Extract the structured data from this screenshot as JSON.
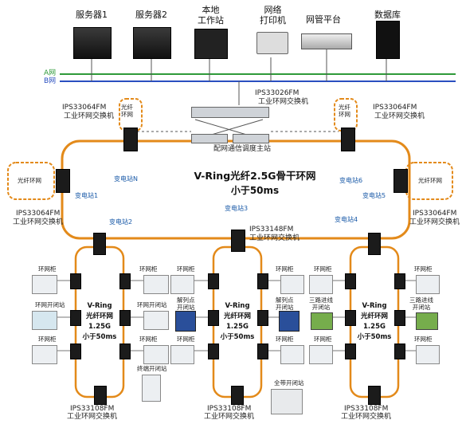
{
  "top_nodes": [
    {
      "id": "server1",
      "label": "服务器1"
    },
    {
      "id": "server2",
      "label": "服务器2"
    },
    {
      "id": "workstation",
      "label": "本地\n工作站"
    },
    {
      "id": "printer",
      "label": "网络\n打印机"
    },
    {
      "id": "mgmt",
      "label": "网管平台"
    },
    {
      "id": "database",
      "label": "数据库"
    }
  ],
  "networks": {
    "a": "A网",
    "b": "B网"
  },
  "core": {
    "model": "IPS33026FM",
    "desc": "工业环网交换机",
    "center_label": "配网通信调度主站"
  },
  "side_switches": {
    "top_left": {
      "model": "IPS33064FM",
      "desc": "工业环网交换机",
      "ring": "光纤\n环网"
    },
    "top_right": {
      "model": "IPS33064FM",
      "desc": "工业环网交换机",
      "ring": "光纤\n环网"
    },
    "left": {
      "model": "IPS33064FM",
      "desc": "工业环网交换机",
      "ring": "光纤环网"
    },
    "right": {
      "model": "IPS33064FM",
      "desc": "工业环网交换机",
      "ring": "光纤环网"
    }
  },
  "backbone": {
    "title": "V-Ring光纤2.5G骨干环网",
    "subtitle": "小于50ms"
  },
  "substations": {
    "n": "变电站N",
    "s1": "变电站1",
    "s2": "变电站2",
    "s3": "变电站3",
    "s4": "变电站4",
    "s5": "变电站5",
    "s6": "变电站6"
  },
  "mid_switch": {
    "model": "IPS33148FM",
    "desc": "工业环网交换机"
  },
  "sub_rings": [
    {
      "line1": "V-Ring",
      "line2": "光纤环网",
      "line3": "1.25G",
      "line4": "小于50ms"
    },
    {
      "line1": "V-Ring",
      "line2": "光纤环网",
      "line3": "1.25G",
      "line4": "小于50ms"
    },
    {
      "line1": "V-Ring",
      "line2": "光纤环网",
      "line3": "1.25G",
      "line4": "小于50ms"
    }
  ],
  "cabinets": {
    "hwg": "环网柜",
    "hwkbz": "环网开闭站",
    "hbz": "环网开闭站",
    "jlkbz": "解列点\n开闭站",
    "slkbz": "三路进线\n开闭站",
    "zdkbz": "终端开闭站",
    "qzkbz": "全带开闭站"
  },
  "bottom_switches": [
    {
      "model": "IPS33108FM",
      "desc": "工业环网交换机"
    },
    {
      "model": "IPS33108FM",
      "desc": "工业环网交换机"
    },
    {
      "model": "IPS33108FM",
      "desc": "工业环网交换机"
    }
  ],
  "colors": {
    "ring": "#e38a1a",
    "net_a": "#2f9a3a",
    "net_b": "#2a4fc0",
    "line": "#333333"
  }
}
